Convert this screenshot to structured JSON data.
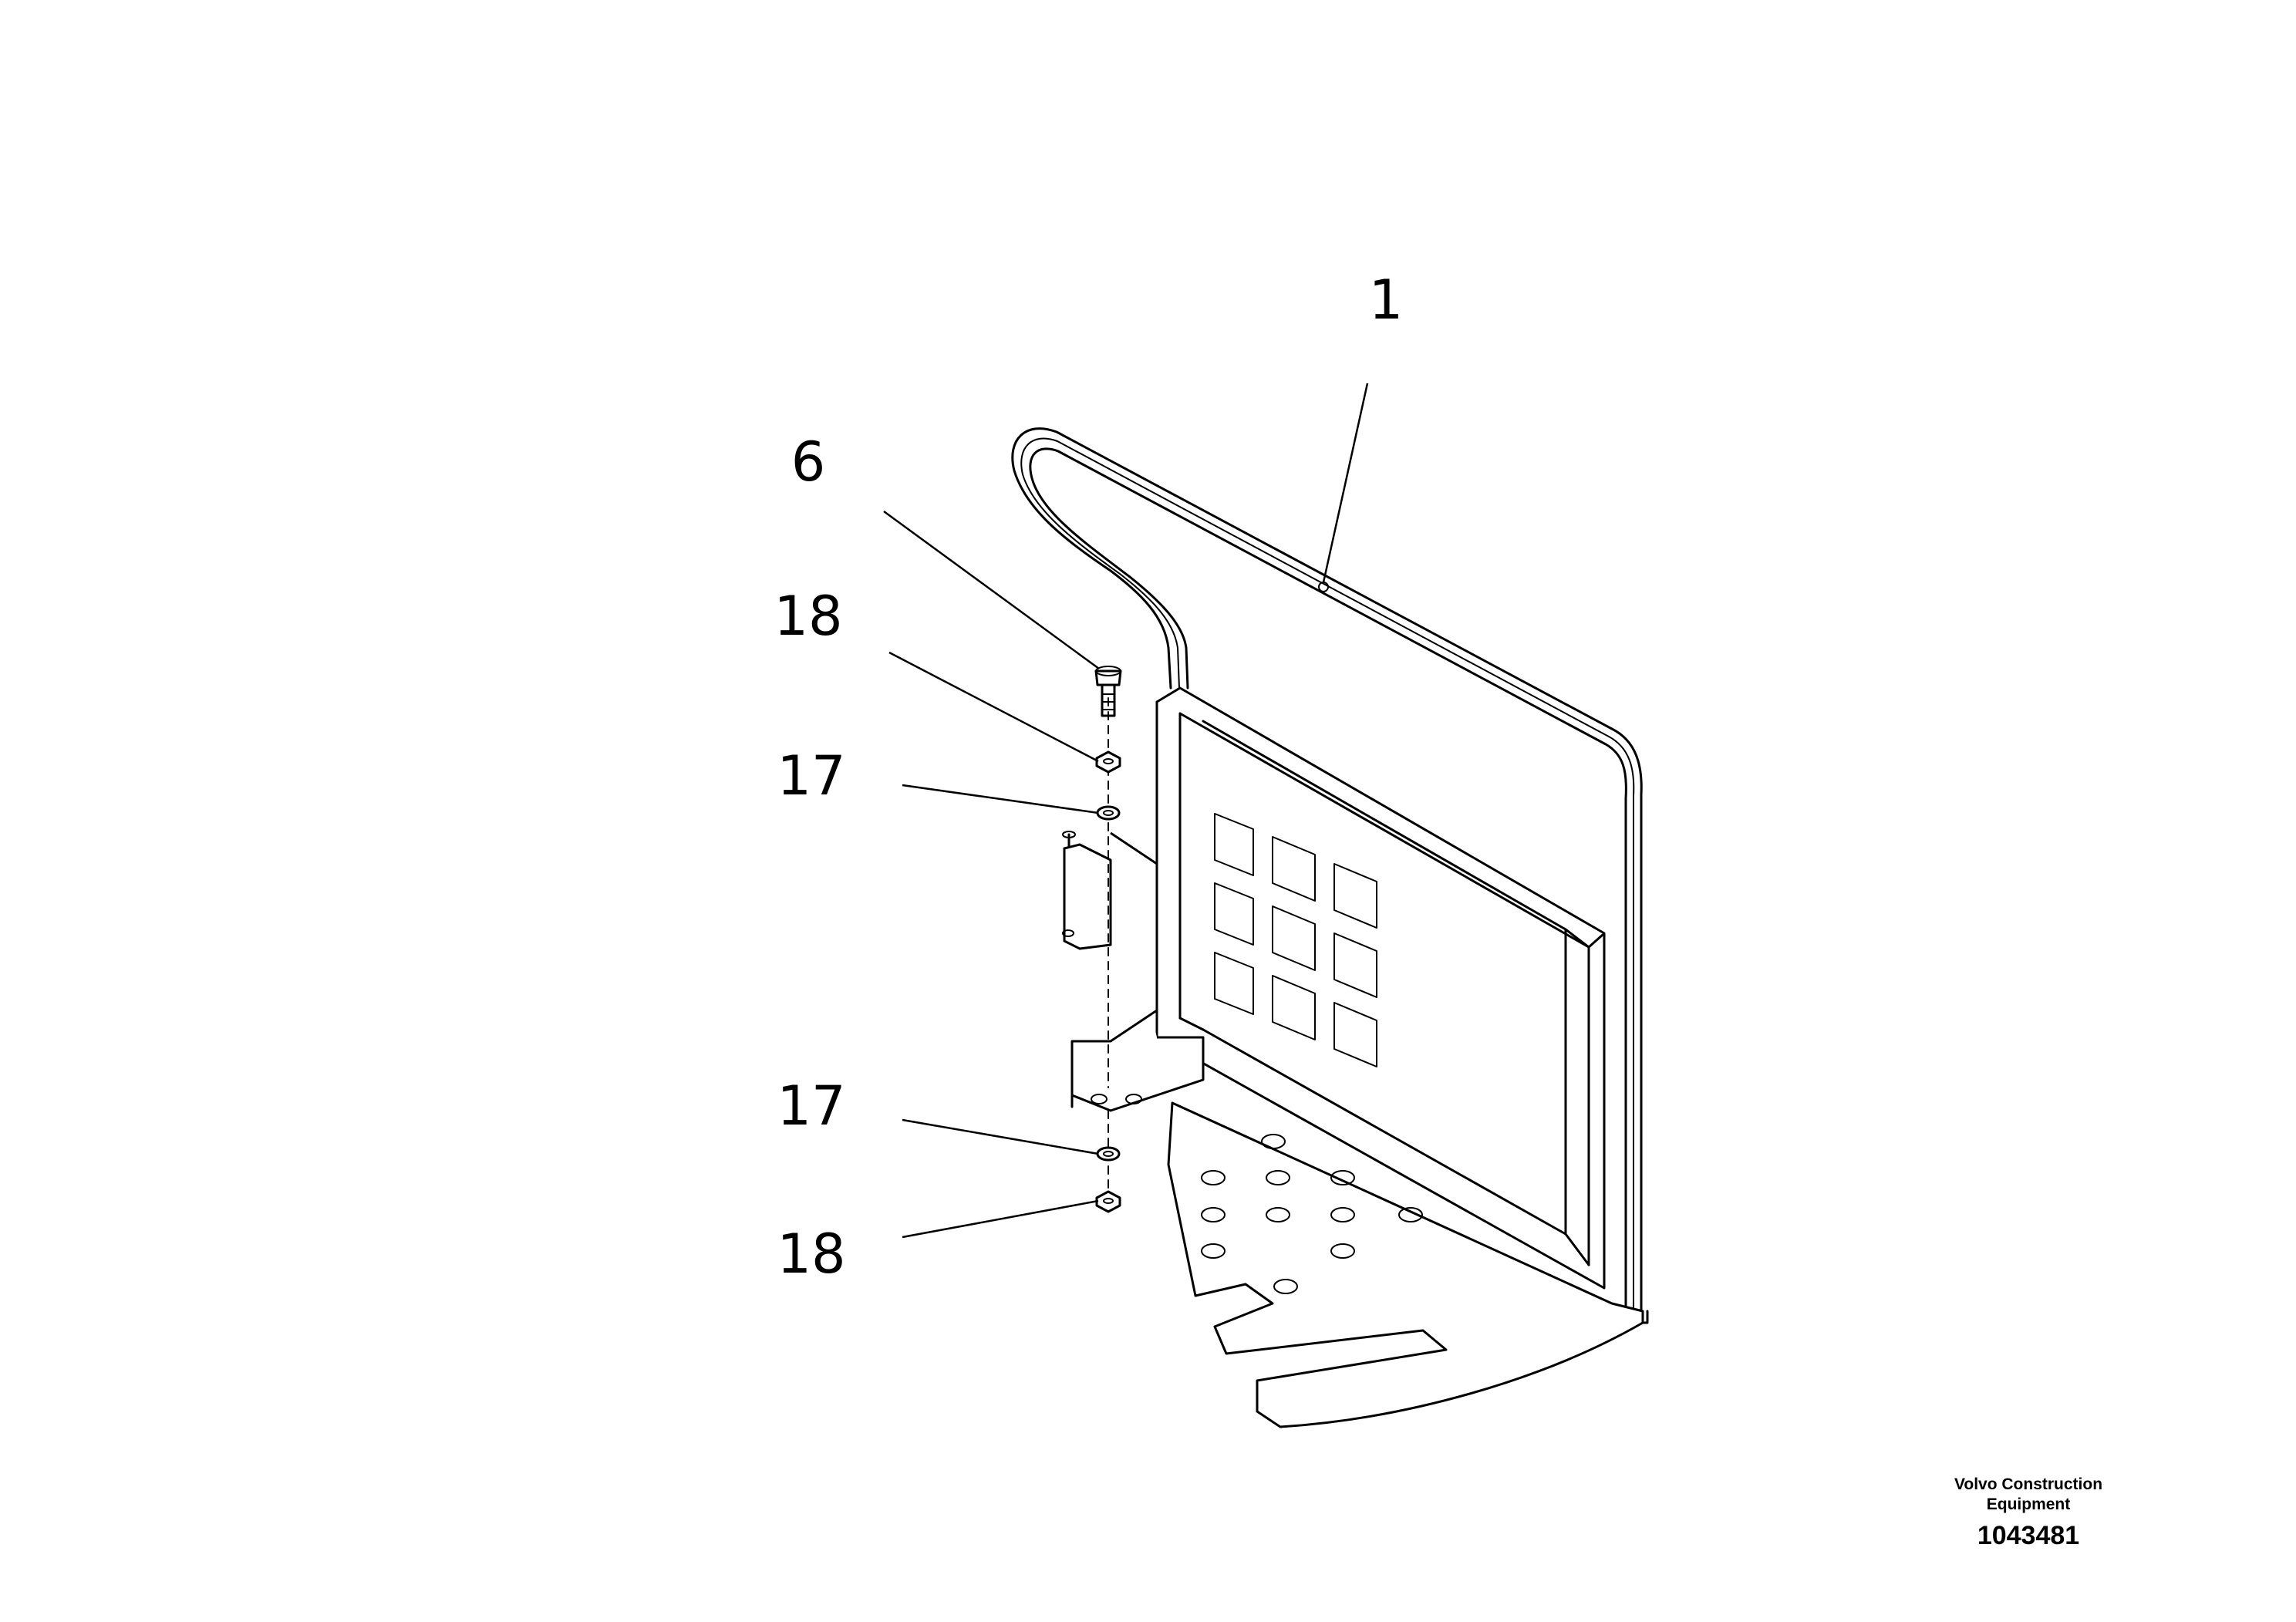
{
  "diagram": {
    "callouts": [
      {
        "id": "c1",
        "label": "1"
      },
      {
        "id": "c6",
        "label": "6"
      },
      {
        "id": "c18a",
        "label": "18"
      },
      {
        "id": "c17a",
        "label": "17"
      },
      {
        "id": "c17b",
        "label": "17"
      },
      {
        "id": "c18b",
        "label": "18"
      }
    ]
  },
  "brand": {
    "line1": "Volvo Construction",
    "line2": "Equipment",
    "drawing_number": "1043481"
  }
}
